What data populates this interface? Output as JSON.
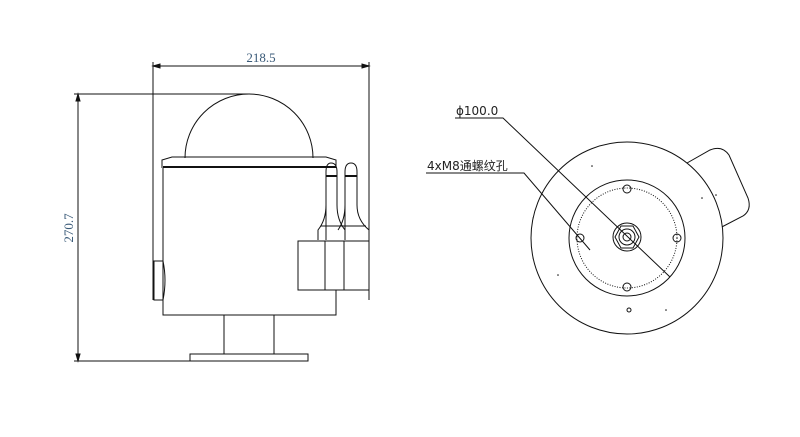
{
  "front_view": {
    "width_dim": "218.5",
    "height_dim": "270.7"
  },
  "bottom_view": {
    "diameter_label": "ϕ100.0",
    "holes_label": "4xM8通螺纹孔"
  }
}
